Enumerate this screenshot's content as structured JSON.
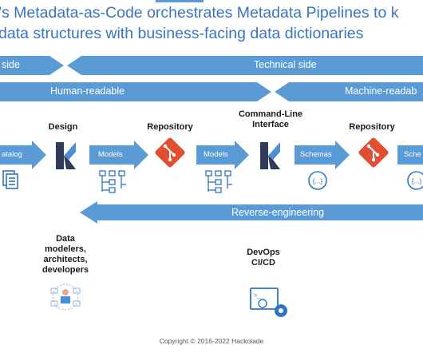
{
  "title": {
    "line1": "’s Metadata-as-Code orchestrates Metadata Pipelines to k",
    "line2": "data structures with business-facing data dictionaries"
  },
  "bands": {
    "business_side": "side",
    "technical_side": "Technical side",
    "human_readable": "Human-readable",
    "machine_readable": "Machine-readab"
  },
  "stages": {
    "design": "Design",
    "repository1": "Repository",
    "cli": "Command-Line\nInterface",
    "repository2": "Repository"
  },
  "flow_arrows": {
    "catalog": "atalog",
    "models1": "Models",
    "models2": "Models",
    "schemas1": "Schemas",
    "schemas2": "Sche"
  },
  "reverse": "Reverse-engineering",
  "roles": {
    "data_people": "Data\nmodelers,\narchitects,\ndevelopers",
    "devops": "DevOps\nCI/CD"
  },
  "schema_icon_glyph": "{...}",
  "footer": "Copyright © 2016-2022 Hackolade",
  "colors": {
    "title": "#3a75c2",
    "band": "#5b9bd5",
    "arrow": "#5b9bd5",
    "git": "#e24e32",
    "logo_dark": "#2f3b57",
    "logo_light": "#4b8fd4",
    "icon_blue": "#2e74c5"
  }
}
